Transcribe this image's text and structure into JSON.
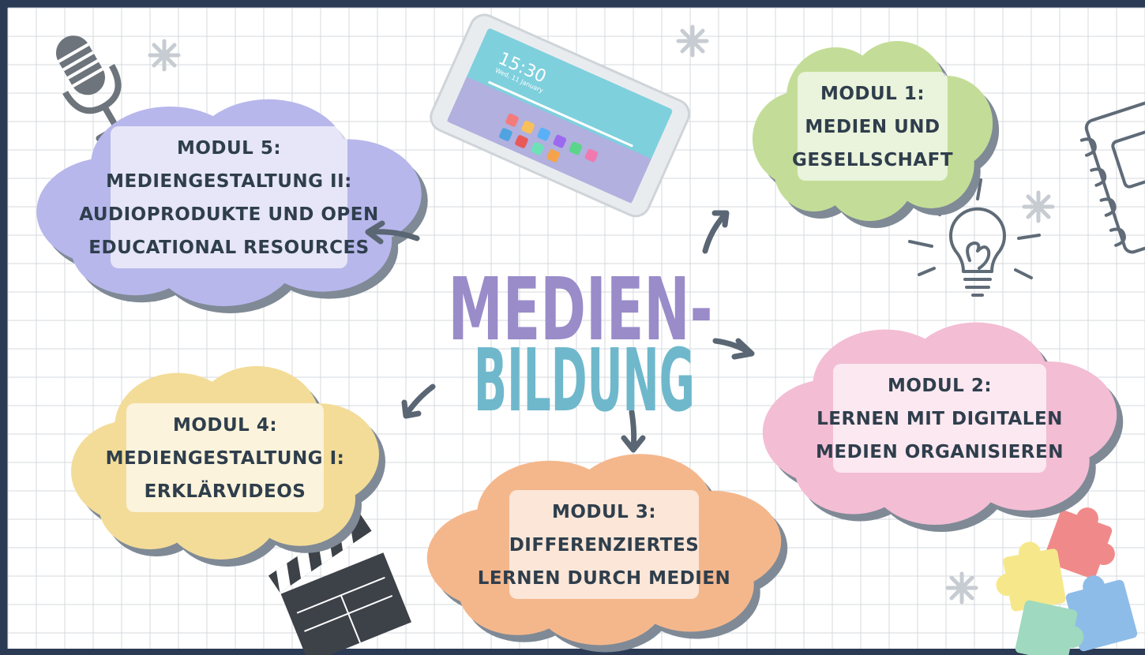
{
  "title": {
    "line1": "MEDIEN-",
    "line2": "BILDUNG"
  },
  "colors": {
    "title_top": "#9a8bc9",
    "title_bottom": "#6fb8cc",
    "modul1": "#c3dd98",
    "modul2": "#f3bdd4",
    "modul3": "#f4b78c",
    "modul4": "#f3dc98",
    "modul5": "#b7b7ec",
    "background_frame": "#2b3a55"
  },
  "modules": [
    {
      "id": "modul1",
      "lines": [
        "MODUL 1:",
        "MEDIEN UND",
        "GESELLSCHAFT"
      ]
    },
    {
      "id": "modul2",
      "lines": [
        "MODUL 2:",
        "LERNEN MIT DIGITALEN",
        "MEDIEN ORGANISIEREN"
      ]
    },
    {
      "id": "modul3",
      "lines": [
        "MODUL 3:",
        "DIFFERENZIERTES",
        "LERNEN DURCH MEDIEN"
      ]
    },
    {
      "id": "modul4",
      "lines": [
        "MODUL 4:",
        "MEDIENGESTALTUNG I:",
        "ERKLÄRVIDEOS"
      ]
    },
    {
      "id": "modul5",
      "lines": [
        "MODUL 5:",
        "MEDIENGESTALTUNG II:",
        "AUDIOPRODUKTE UND OPEN",
        "EDUCATIONAL RESOURCES"
      ]
    }
  ],
  "tablet": {
    "clock": "15:30",
    "date": "Wed, 11 January"
  },
  "icons": [
    "microphone-icon",
    "tablet-icon",
    "lightbulb-icon",
    "notebook-icon",
    "clapperboard-icon",
    "puzzle-icon",
    "sparkle-icon"
  ]
}
